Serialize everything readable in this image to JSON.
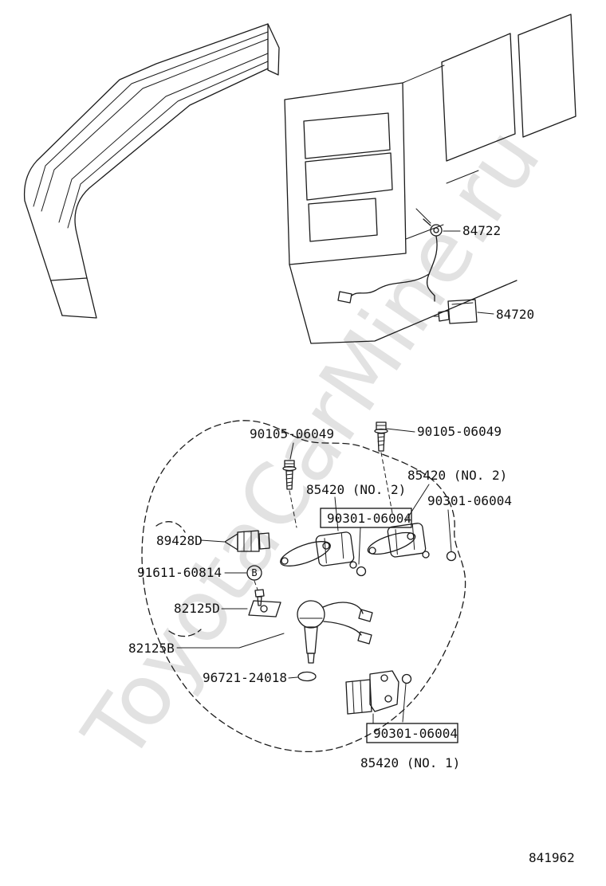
{
  "watermark": "ToyotaCarMine.ru",
  "drawing_number": "841962",
  "labels": [
    {
      "id": "84722",
      "text": "84722"
    },
    {
      "id": "84720",
      "text": "84720"
    },
    {
      "id": "90105-06049-left",
      "text": "90105-06049"
    },
    {
      "id": "90105-06049-right",
      "text": "90105-06049"
    },
    {
      "id": "85420-no2-right",
      "text": "85420 (NO. 2)"
    },
    {
      "id": "85420-no2-left",
      "text": "85420 (NO. 2)"
    },
    {
      "id": "90301-06004-right",
      "text": "90301-06004"
    },
    {
      "id": "90301-06004-left-boxed",
      "text": "90301-06004"
    },
    {
      "id": "89428D",
      "text": "89428D"
    },
    {
      "id": "91611-60814",
      "text": "91611-60814"
    },
    {
      "id": "circled-b",
      "text": "B"
    },
    {
      "id": "82125D",
      "text": "82125D"
    },
    {
      "id": "82125B",
      "text": "82125B"
    },
    {
      "id": "96721-24018",
      "text": "96721-24018"
    },
    {
      "id": "90301-06004-bottom-boxed",
      "text": "90301-06004"
    },
    {
      "id": "85420-no1",
      "text": "85420 (NO. 1)"
    }
  ]
}
